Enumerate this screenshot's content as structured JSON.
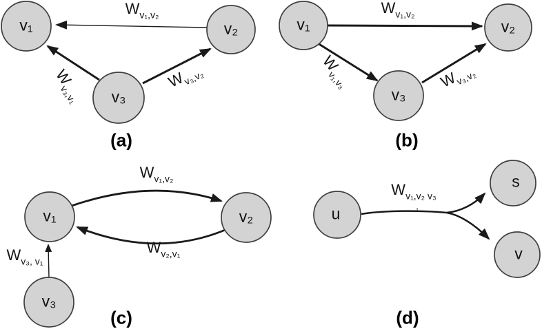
{
  "figure": {
    "type": "graph-diagram",
    "background": "#ffffff",
    "node_fill": "#d3d3d3",
    "node_stroke": "#3f3f3f",
    "edge_color": "#1a1a1a"
  },
  "panels": [
    {
      "caption": "(a)",
      "nodes": [
        {
          "label": "v₁"
        },
        {
          "label": "v₂"
        },
        {
          "label": "v₃"
        }
      ],
      "edges": [
        {
          "base": "W",
          "sub": "v₁,v₂",
          "from": "v2",
          "to": "v1",
          "style": "thin"
        },
        {
          "base": "W",
          "sub": "v₃,v₁",
          "from": "v3",
          "to": "v1",
          "style": "thick"
        },
        {
          "base": "W",
          "sub": "v₃,v₂",
          "from": "v3",
          "to": "v2",
          "style": "thick"
        }
      ]
    },
    {
      "caption": "(b)",
      "nodes": [
        {
          "label": "v₁"
        },
        {
          "label": "v₂"
        },
        {
          "label": "v₃"
        }
      ],
      "edges": [
        {
          "base": "W",
          "sub": "v₁,v₂",
          "from": "v1",
          "to": "v2",
          "style": "thick"
        },
        {
          "base": "W",
          "sub": "v₁,v₃",
          "from": "v1",
          "to": "v3",
          "style": "thick"
        },
        {
          "base": "W",
          "sub": "v₃,v₂",
          "from": "v3",
          "to": "v2",
          "style": "thick"
        }
      ]
    },
    {
      "caption": "(c)",
      "nodes": [
        {
          "label": "v₁"
        },
        {
          "label": "v₂"
        },
        {
          "label": "v₃"
        }
      ],
      "edges": [
        {
          "base": "W",
          "sub": "v₁,v₂",
          "from": "v1",
          "to": "v2",
          "style": "curved"
        },
        {
          "base": "W",
          "sub": "v₂,v₁",
          "from": "v2",
          "to": "v1",
          "style": "curved"
        },
        {
          "base": "W",
          "sub": "v₃, v₁",
          "from": "v3",
          "to": "v1",
          "style": "thin"
        }
      ]
    },
    {
      "caption": "(d)",
      "nodes": [
        {
          "label": "u"
        },
        {
          "label": "s"
        },
        {
          "label": "v"
        }
      ],
      "edges": [
        {
          "base": "W",
          "sub": "v₁,v₂ v₃",
          "from": "u",
          "to": "s and v (forked)",
          "style": "forked"
        }
      ],
      "stray_mark": ","
    }
  ]
}
